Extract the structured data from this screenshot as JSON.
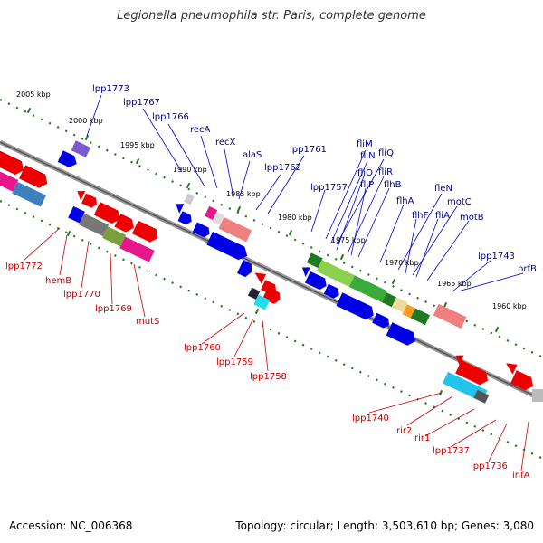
{
  "title": "Legionella pneumophila str. Paris, complete genome",
  "footer": {
    "accession": "Accession: NC_006368",
    "stats": "Topology: circular; Length: 3,503,610 bp; Genes: 3,080"
  },
  "colors": {
    "top_label": "#00008b",
    "bottom_label": "#cc0000",
    "ruler_dots": "#1a7a1a",
    "backbone": "#888888"
  },
  "kbp_ticks": [
    {
      "label": "2005 kbp"
    },
    {
      "label": "2000 kbp"
    },
    {
      "label": "1995 kbp"
    },
    {
      "label": "1990 kbp"
    },
    {
      "label": "1985 kbp"
    },
    {
      "label": "1980 kbp"
    },
    {
      "label": "1975 kbp"
    },
    {
      "label": "1970 kbp"
    },
    {
      "label": "1965 kbp"
    },
    {
      "label": "1960 kbp"
    }
  ],
  "genes_top": [
    {
      "label": "lpp1773"
    },
    {
      "label": "lpp1767"
    },
    {
      "label": "lpp1766"
    },
    {
      "label": "recA"
    },
    {
      "label": "recX"
    },
    {
      "label": "alaS"
    },
    {
      "label": "lpp1761"
    },
    {
      "label": "lpp1762"
    },
    {
      "label": "lpp1757"
    },
    {
      "label": "fliM"
    },
    {
      "label": "fliN"
    },
    {
      "label": "fliQ"
    },
    {
      "label": "fliO"
    },
    {
      "label": "fliR"
    },
    {
      "label": "fliP"
    },
    {
      "label": "flhB"
    },
    {
      "label": "flhA"
    },
    {
      "label": "fleN"
    },
    {
      "label": "flhF"
    },
    {
      "label": "motC"
    },
    {
      "label": "fliA"
    },
    {
      "label": "motB"
    },
    {
      "label": "lpp1743"
    },
    {
      "label": "prfB"
    }
  ],
  "genes_bottom": [
    {
      "label": "lpp1772"
    },
    {
      "label": "hemB"
    },
    {
      "label": "lpp1770"
    },
    {
      "label": "lpp1769"
    },
    {
      "label": "mutS"
    },
    {
      "label": "lpp1760"
    },
    {
      "label": "lpp1759"
    },
    {
      "label": "lpp1758"
    },
    {
      "label": "lpp1740"
    },
    {
      "label": "rir2"
    },
    {
      "label": "rir1"
    },
    {
      "label": "lpp1737"
    },
    {
      "label": "lpp1736"
    },
    {
      "label": "infA"
    }
  ]
}
